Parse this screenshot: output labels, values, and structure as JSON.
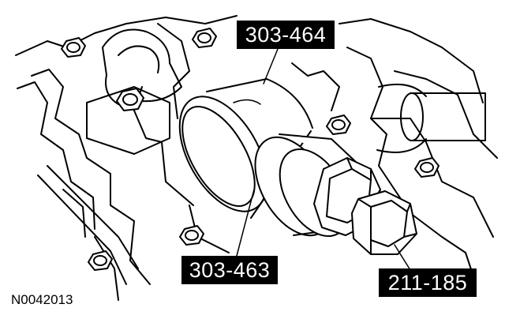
{
  "figure": {
    "id": "N0042013",
    "callouts": {
      "tool_a": "303-464",
      "tool_b": "303-463",
      "tool_c": "211-185"
    }
  },
  "colors": {
    "ink": "#000000",
    "paper": "#ffffff",
    "label_text": "#ffffff"
  }
}
